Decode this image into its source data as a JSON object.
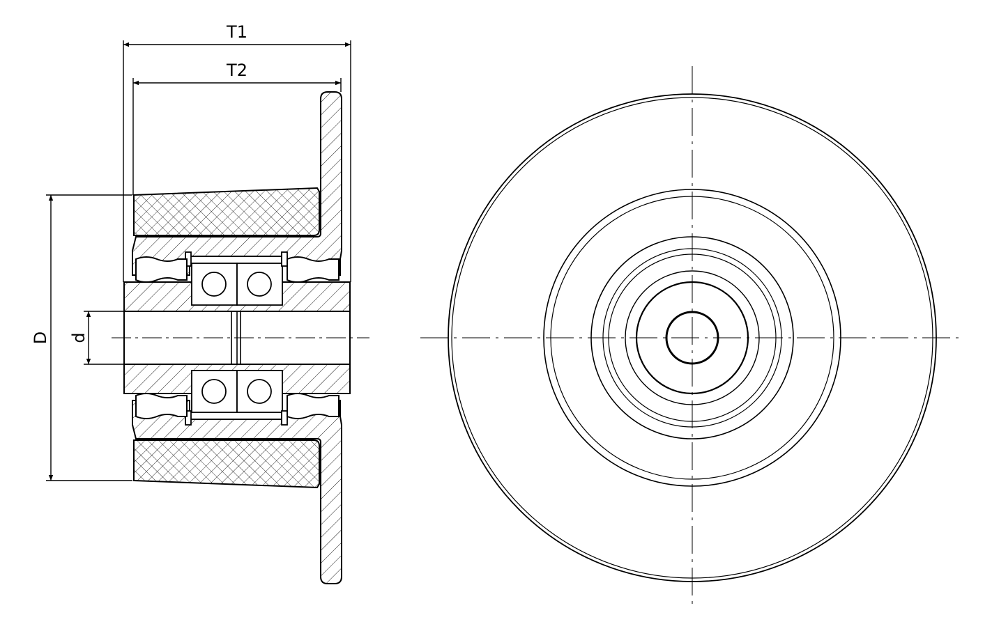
{
  "dimensions": {
    "t1": "T1",
    "t2": "T2",
    "d_outer": "D",
    "d_bore": "d"
  },
  "colors": {
    "line": "#000000",
    "background": "#ffffff"
  }
}
